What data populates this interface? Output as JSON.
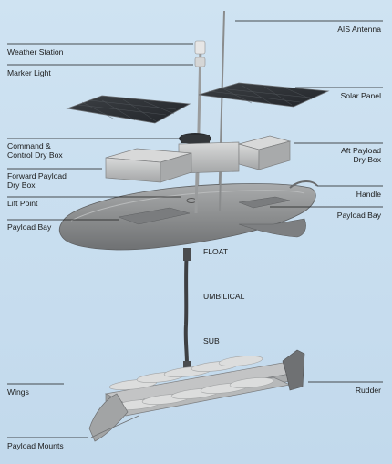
{
  "labels": {
    "ais_antenna": "AIS Antenna",
    "weather_station": "Weather Station",
    "marker_light": "Marker Light",
    "solar_panel": "Solar Panel",
    "command_box": "Command &\nControl Dry Box",
    "aft_payload": "Aft Payload\nDry Box",
    "forward_payload": "Forward Payload\nDry Box",
    "handle": "Handle",
    "lift_point": "Lift Point",
    "payload_bay_left": "Payload Bay",
    "payload_bay_right": "Payload Bay",
    "float": "FLOAT",
    "umbilical": "UMBILICAL",
    "sub": "SUB",
    "wings": "Wings",
    "rudder": "Rudder",
    "payload_mounts": "Payload Mounts"
  },
  "colors": {
    "background": "#c5dcee",
    "line": "#1b1b1b",
    "hull": "#8d8f90",
    "panel": "#2e3134",
    "box": "#bdbfbf",
    "frame": "#a9aaab"
  }
}
